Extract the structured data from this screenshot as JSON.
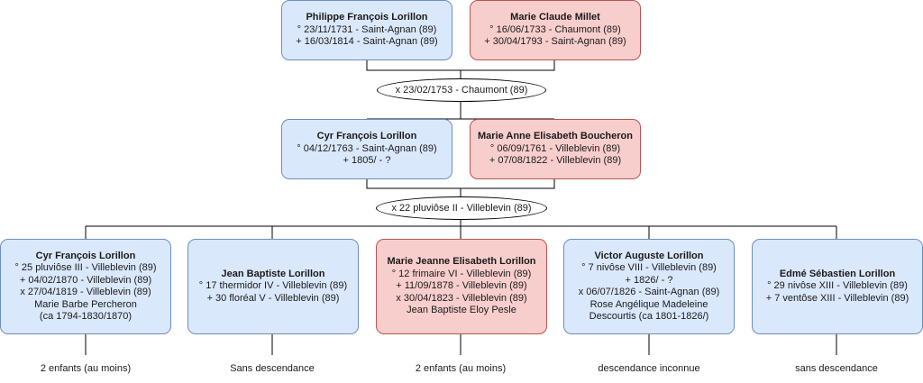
{
  "generation1": {
    "father": {
      "name": "Philippe François Lorillon",
      "lines": [
        "° 23/11/1731 - Saint-Agnan (89)",
        "+ 16/03/1814 - Saint-Agnan (89)"
      ]
    },
    "mother": {
      "name": "Marie Claude Millet",
      "lines": [
        "° 16/06/1733 - Chaumont (89)",
        "+ 30/04/1793 - Saint-Agnan (89)"
      ]
    },
    "marriage": "x 23/02/1753 - Chaumont (89)"
  },
  "generation2": {
    "father": {
      "name": "Cyr François Lorillon",
      "lines": [
        "° 04/12/1763 - Saint-Agnan (89)",
        "+ 1805/ - ?"
      ]
    },
    "mother": {
      "name": "Marie Anne Elisabeth Boucheron",
      "lines": [
        "° 06/09/1761 - Villeblevin (89)",
        "+ 07/08/1822 - Villeblevin (89)"
      ]
    },
    "marriage": "x 22 pluviôse II - Villeblevin (89)"
  },
  "children": [
    {
      "sex": "male",
      "name": "Cyr François Lorillon",
      "lines": [
        "° 25 pluviôse III - Villeblevin (89)",
        "+ 04/02/1870 - Villeblevin (89)",
        "x 27/04/1819 - Villeblevin (89)",
        "Marie Barbe Percheron",
        "(ca 1794-1830/1870)"
      ],
      "note": "2 enfants (au moins)"
    },
    {
      "sex": "male",
      "name": "Jean Baptiste Lorillon",
      "lines": [
        "° 17 thermidor IV - Villeblevin (89)",
        "+ 30 floréal V - Villeblevin (89)"
      ],
      "note": "Sans descendance"
    },
    {
      "sex": "female",
      "name": "Marie Jeanne Elisabeth Lorillon",
      "lines": [
        "° 12 frimaire VI - Villeblevin (89)",
        "+ 11/09/1878 - Villeblevin (89)",
        "x 30/04/1823 - Villeblevin (89)",
        "Jean Baptiste Eloy Pesle"
      ],
      "note": "2 enfants (au moins)"
    },
    {
      "sex": "male",
      "name": "Victor Auguste Lorillon",
      "lines": [
        "° 7 nivôse VIII - Villeblevin (89)",
        "+ 1826/ - ?",
        "x 06/07/1826 - Saint-Agnan (89)",
        "Rose Angélique Madeleine",
        "Descourtis (ca 1801-1826/)"
      ],
      "note": "descendance inconnue"
    },
    {
      "sex": "male",
      "name": "Edmé Sébastien Lorillon",
      "lines": [
        "° 29 nivôse XIII - Villeblevin (89)",
        "+ 7 ventôse XIII - Villeblevin (89)"
      ],
      "note": "sans descendance"
    }
  ],
  "colors": {
    "male_fill": "#dae8fc",
    "male_border": "#6c8ebf",
    "female_fill": "#f8cecc",
    "female_border": "#b85450",
    "connector": "#000000"
  }
}
